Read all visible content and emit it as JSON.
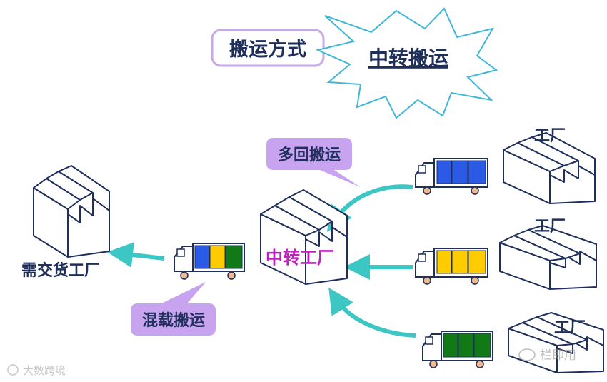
{
  "title_box": "搬运方式",
  "star_label": "中转搬运",
  "bubble_top": "多回搬运",
  "bubble_bottom": "混载搬运",
  "hub_label": "中转工厂",
  "dest_label": "需交货工厂",
  "factory_label_1": "工厂",
  "factory_label_2": "工厂",
  "factory_label_3": "工厂",
  "watermark_left": "大数跨境",
  "watermark_right": "栏即用",
  "colors": {
    "navy": "#1f2f5c",
    "teal": "#3cc7c4",
    "bubble": "#c8a3f0",
    "title_border": "#c9a8ea",
    "star_border": "#3fb7d8",
    "hub_text": "#c020c0",
    "cargo_blue": "#2b5be6",
    "cargo_yellow": "#ffcc00",
    "cargo_green": "#117a17",
    "wheel": "#f2b98c"
  }
}
